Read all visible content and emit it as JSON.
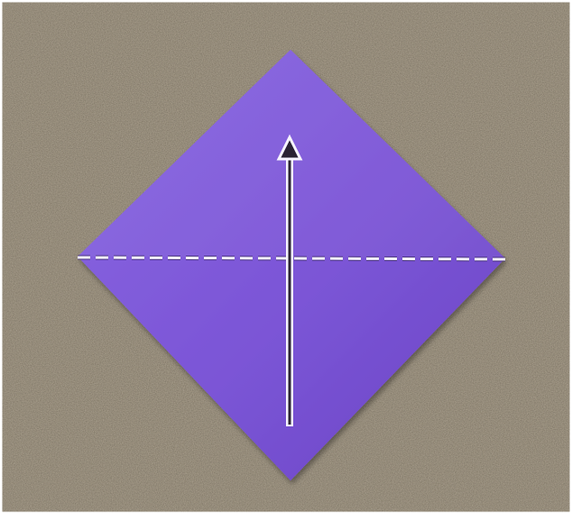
{
  "image": {
    "subject": "origami-instruction-step",
    "colors": {
      "background": "#9b8f7a",
      "paper": "#7b55d6",
      "paper_highlight": "#8a66e2",
      "paper_shadow": "#6a45c4",
      "fold_line": "#f4f0ff",
      "arrow_outline": "#f7f4ff",
      "arrow_fill": "#2a2233"
    },
    "elements": {
      "paper_shape": "diamond",
      "fold_line_style": "dashed",
      "arrow_direction": "up"
    }
  }
}
